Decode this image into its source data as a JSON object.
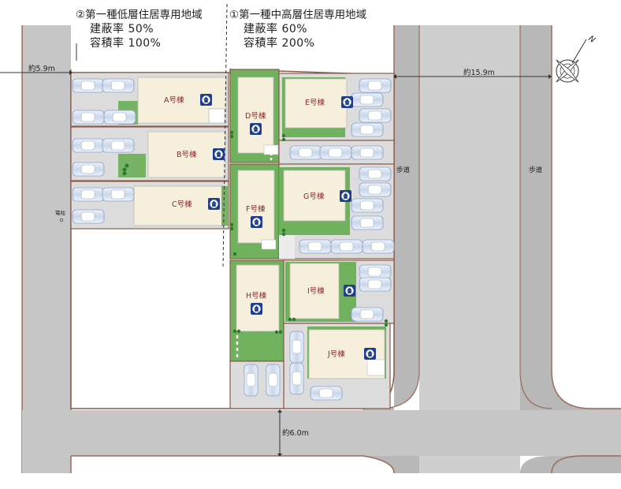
{
  "zones": {
    "low_rise": {
      "title": "②第一種低層住居専用地域",
      "coverage": "建蔽率 50%",
      "floor_area": "容積率 100%"
    },
    "mid_rise": {
      "title": "①第一種中高層住居専用地域",
      "coverage": "建蔽率 60%",
      "floor_area": "容積率 200%"
    }
  },
  "roads": {
    "left_width": "約5.9m",
    "right_width": "約15.9m",
    "bottom_width": "約6.0m",
    "sidewalk_1": "歩道",
    "sidewalk_2": "歩道",
    "utility_pole": "電柱"
  },
  "lots": [
    {
      "id": "A",
      "label": "A号棟"
    },
    {
      "id": "B",
      "label": "B号棟"
    },
    {
      "id": "C",
      "label": "C号棟"
    },
    {
      "id": "D",
      "label": "D号棟"
    },
    {
      "id": "E",
      "label": "E号棟"
    },
    {
      "id": "F",
      "label": "F号棟"
    },
    {
      "id": "G",
      "label": "G号棟"
    },
    {
      "id": "H",
      "label": "H号棟"
    },
    {
      "id": "I",
      "label": "I号棟"
    },
    {
      "id": "J",
      "label": "J号棟"
    }
  ],
  "compass": {
    "north_label": "N"
  },
  "colors": {
    "lot_border": "#8a5a4a",
    "house": "#f6efdc",
    "garden": "#6fb15c",
    "parking": "#d9d9d9",
    "road": "#bdbdbd",
    "road_edge": "#9b6b5a",
    "badge": "#1f3f8a",
    "label": "#8a2a2a"
  }
}
